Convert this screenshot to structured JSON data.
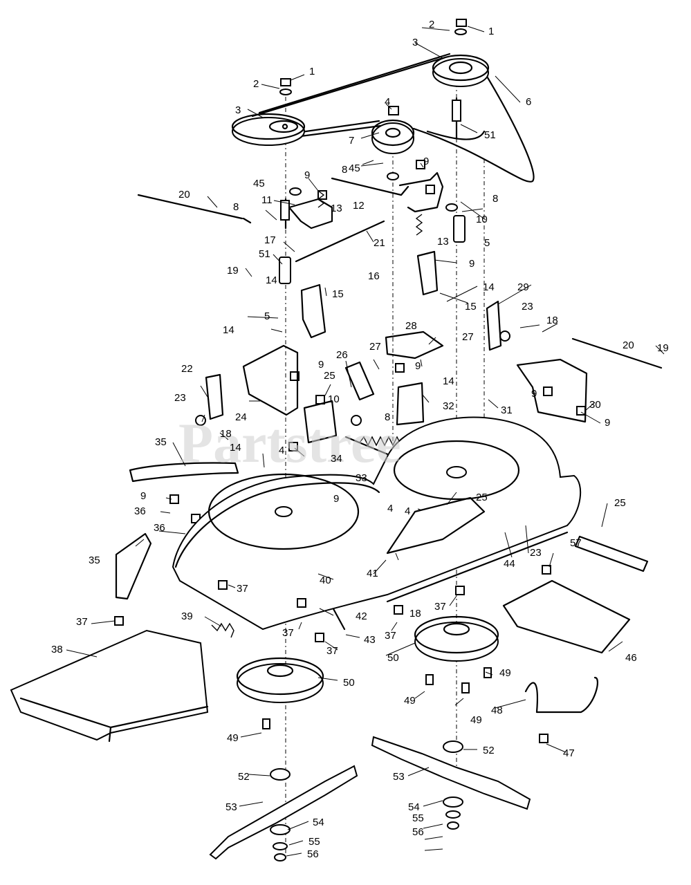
{
  "diagram": {
    "watermark": "Partstree",
    "parts": [
      {
        "n": "1"
      },
      {
        "n": "2"
      },
      {
        "n": "3"
      },
      {
        "n": "4"
      },
      {
        "n": "5"
      },
      {
        "n": "6"
      },
      {
        "n": "7"
      },
      {
        "n": "8"
      },
      {
        "n": "9"
      },
      {
        "n": "10"
      },
      {
        "n": "11"
      },
      {
        "n": "12"
      },
      {
        "n": "13"
      },
      {
        "n": "14"
      },
      {
        "n": "15"
      },
      {
        "n": "16"
      },
      {
        "n": "17"
      },
      {
        "n": "18"
      },
      {
        "n": "19"
      },
      {
        "n": "20"
      },
      {
        "n": "21"
      },
      {
        "n": "22"
      },
      {
        "n": "23"
      },
      {
        "n": "24"
      },
      {
        "n": "25"
      },
      {
        "n": "26"
      },
      {
        "n": "27"
      },
      {
        "n": "28"
      },
      {
        "n": "29"
      },
      {
        "n": "30"
      },
      {
        "n": "31"
      },
      {
        "n": "32"
      },
      {
        "n": "33"
      },
      {
        "n": "34"
      },
      {
        "n": "35"
      },
      {
        "n": "36"
      },
      {
        "n": "37"
      },
      {
        "n": "38"
      },
      {
        "n": "39"
      },
      {
        "n": "40"
      },
      {
        "n": "41"
      },
      {
        "n": "42"
      },
      {
        "n": "43"
      },
      {
        "n": "44"
      },
      {
        "n": "45"
      },
      {
        "n": "46"
      },
      {
        "n": "47"
      },
      {
        "n": "48"
      },
      {
        "n": "49"
      },
      {
        "n": "50"
      },
      {
        "n": "51"
      },
      {
        "n": "52"
      },
      {
        "n": "53"
      },
      {
        "n": "54"
      },
      {
        "n": "55"
      },
      {
        "n": "56"
      },
      {
        "n": "57"
      }
    ]
  }
}
